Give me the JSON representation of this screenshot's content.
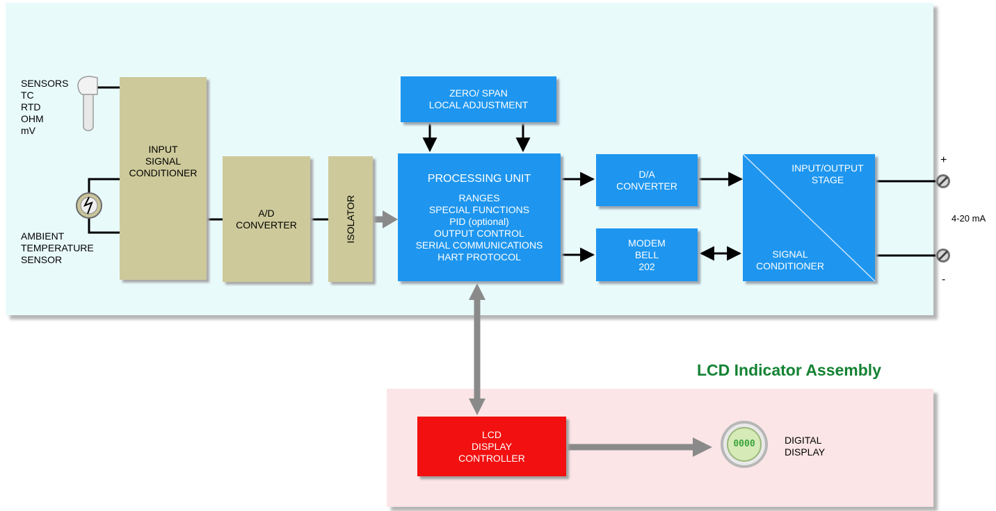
{
  "sensors_label": [
    "SENSORS",
    "TC",
    "RTD",
    "OHM",
    "mV"
  ],
  "ambient_label": [
    "AMBIENT",
    "TEMPERATURE",
    "SENSOR"
  ],
  "input_conditioner": [
    "INPUT",
    "SIGNAL",
    "CONDITIONER"
  ],
  "ad_converter": [
    "A/D",
    "CONVERTER"
  ],
  "isolator": "ISOLATOR",
  "zero_span": [
    "ZERO/ SPAN",
    "LOCAL ADJUSTMENT"
  ],
  "processing_unit": {
    "title": "PROCESSING UNIT",
    "functions": [
      "RANGES",
      "SPECIAL FUNCTIONS",
      "PID (optional)",
      "OUTPUT CONTROL",
      "SERIAL COMMUNICATIONS",
      "HART PROTOCOL"
    ]
  },
  "da_converter": [
    "D/A",
    "CONVERTER"
  ],
  "modem": [
    "MODEM",
    "BELL",
    "202"
  ],
  "io_stage": {
    "top": [
      "INPUT/OUTPUT",
      "STAGE"
    ],
    "bottom": [
      "SIGNAL",
      "CONDITIONER"
    ]
  },
  "terminals": {
    "plus": "+",
    "minus": "-",
    "range": "4-20 mA"
  },
  "lcd_assembly_title": "LCD Indicator Assembly",
  "lcd_controller": [
    "LCD",
    "DISPLAY",
    "CONTROLLER"
  ],
  "digital_display": {
    "label": [
      "DIGITAL",
      "DISPLAY"
    ],
    "digits": "0000"
  },
  "colors": {
    "main_panel": "#e9fafb",
    "lcd_panel": "#fbe5e6",
    "conditioner": "#cdc99a",
    "processing": "#1e96ef",
    "controller": "#f21010",
    "assembly_title": "#138232"
  }
}
